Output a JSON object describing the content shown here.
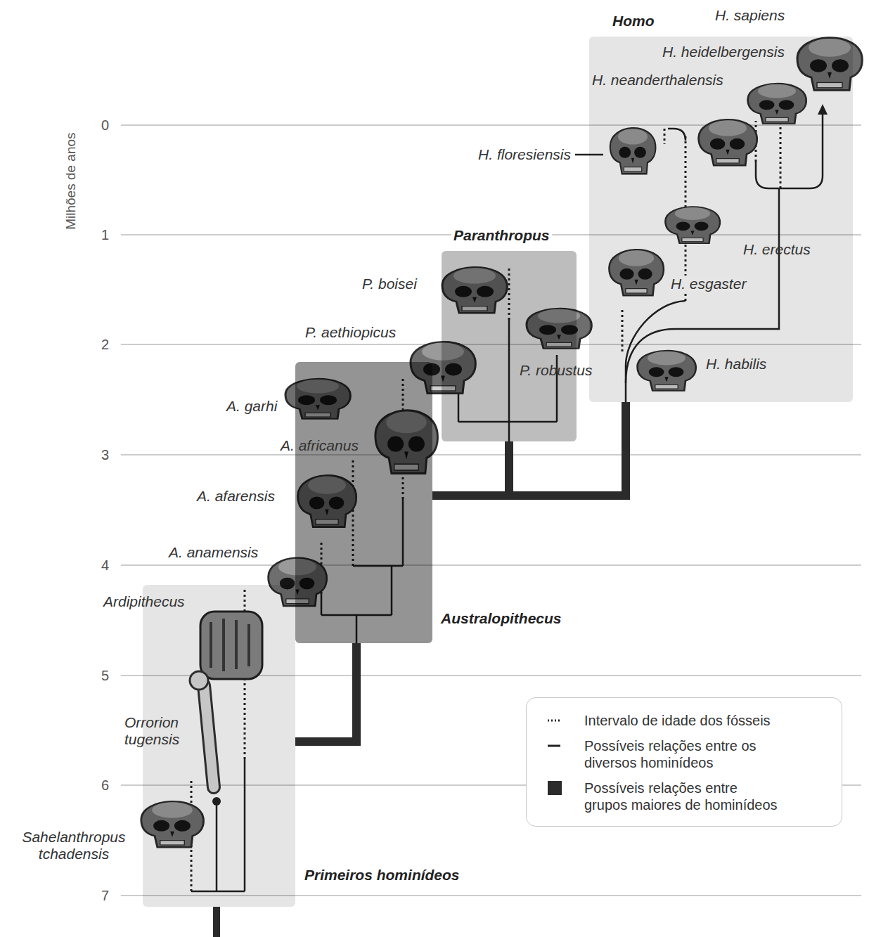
{
  "diagram": {
    "nodes": [
      {
        "text": [
          "Homo"
        ]
      },
      {
        "text": [
          "Paranthropus"
        ]
      },
      {
        "text": [
          "Australopithecus"
        ]
      },
      {
        "text": [
          "Primeiros hominídeos"
        ]
      }
    ],
    "edges": [
      {
        "from": 3,
        "to": 2,
        "arrow": "none"
      },
      {
        "from": 2,
        "to": 1,
        "arrow": "none"
      },
      {
        "from": 2,
        "to": 0,
        "arrow": "none"
      }
    ],
    "labels": [
      "H. sapiens",
      "H. heidelbergensis",
      "H. neanderthalensis",
      "0",
      "Milhões de anos",
      "H. floresiensis",
      "1",
      "H. erectus",
      "P. boisei",
      "H. esgaster",
      "P. aethiopicus",
      "2",
      "H. habilis",
      "P. robustus",
      "A. garhi",
      "A. africanus",
      "3",
      "A. afarensis",
      "A. anamensis",
      "4",
      "Ardipithecus",
      "5",
      "Orrorion tugensis",
      "6",
      "Sahelanthropus tchadensis",
      "7"
    ],
    "legend": [
      {
        "text": "Intervalo de idade dos fósseis"
      },
      {
        "text": "Possíveis relações entre os diversos hominídeos"
      },
      {
        "text": "Possíveis relações entre grupos maiores de hominídeos",
        "color": "#2b2b2b"
      }
    ]
  }
}
